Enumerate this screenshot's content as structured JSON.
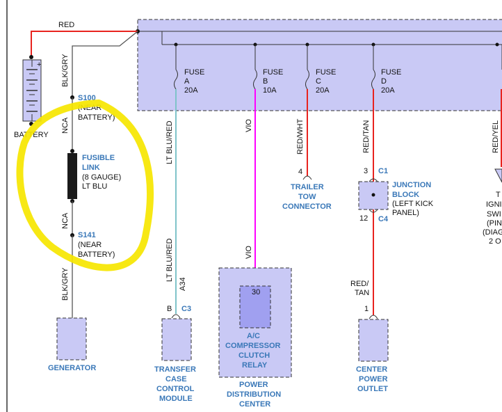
{
  "colors": {
    "red": "#e8231e",
    "violet": "#ff00ff",
    "ltblue": "#7fc3c9",
    "black": "#555555",
    "highlight": "#f6e600",
    "box": "#c9c9f5",
    "label_blue": "#3a78b8"
  },
  "wires": {
    "red_top": "RED",
    "blk_gry_top": "BLK/GRY",
    "nca_top": "NCA",
    "nca_bottom": "NCA",
    "blk_gry_bottom": "BLK/GRY",
    "lt_blu_red_top": "LT BLU/RED",
    "lt_blu_red_bottom": "LT BLU/RED",
    "a34": "A34",
    "vio_top": "VIO",
    "vio_bottom": "VIO",
    "red_wht": "RED/WHT",
    "red_tan_top": "RED/TAN",
    "red_tan_bottom_1": "RED/",
    "red_tan_bottom_2": "TAN",
    "red_yel": "RED/YEL"
  },
  "battery": {
    "label": "BATTERY",
    "plus": "+",
    "minus": "−"
  },
  "splices": {
    "s100": {
      "id": "S100",
      "line1": "(NEAR",
      "line2": "BATTERY)"
    },
    "s141": {
      "id": "S141",
      "line1": "(NEAR",
      "line2": "BATTERY)"
    }
  },
  "fusible_link": {
    "line1": "FUSIBLE",
    "line2": "LINK",
    "line3": "(8 GAUGE)",
    "line4": "LT BLU"
  },
  "fuses": [
    {
      "name": "FUSE",
      "id": "A",
      "rating": "20A"
    },
    {
      "name": "FUSE",
      "id": "B",
      "rating": "10A"
    },
    {
      "name": "FUSE",
      "id": "C",
      "rating": "20A"
    },
    {
      "name": "FUSE",
      "id": "D",
      "rating": "20A"
    }
  ],
  "trailer": {
    "pin": "4",
    "line1": "TRAILER",
    "line2": "TOW",
    "line3": "CONNECTOR"
  },
  "junction": {
    "pin_top": "3",
    "conn_top": "C1",
    "pin_bottom": "12",
    "conn_bottom": "C4",
    "line1": "JUNCTION",
    "line2": "BLOCK",
    "line3": "(LEFT KICK",
    "line4": "PANEL)"
  },
  "right_partial": {
    "line1": "T",
    "line2": "IGNI",
    "line3": "SWI",
    "line4": "(PIN",
    "line5": "(DIAG",
    "line6": "2 O"
  },
  "generator": {
    "label": "GENERATOR"
  },
  "transfer_case": {
    "pin": "B",
    "conn": "C3",
    "line1": "TRANSFER",
    "line2": "CASE",
    "line3": "CONTROL",
    "line4": "MODULE"
  },
  "relay": {
    "pin": "30",
    "line1": "A/C",
    "line2": "COMPRESSOR",
    "line3": "CLUTCH",
    "line4": "RELAY"
  },
  "pdc": {
    "line1": "POWER",
    "line2": "DISTRIBUTION",
    "line3": "CENTER"
  },
  "outlet": {
    "pin": "1",
    "line1": "CENTER",
    "line2": "POWER",
    "line3": "OUTLET"
  }
}
